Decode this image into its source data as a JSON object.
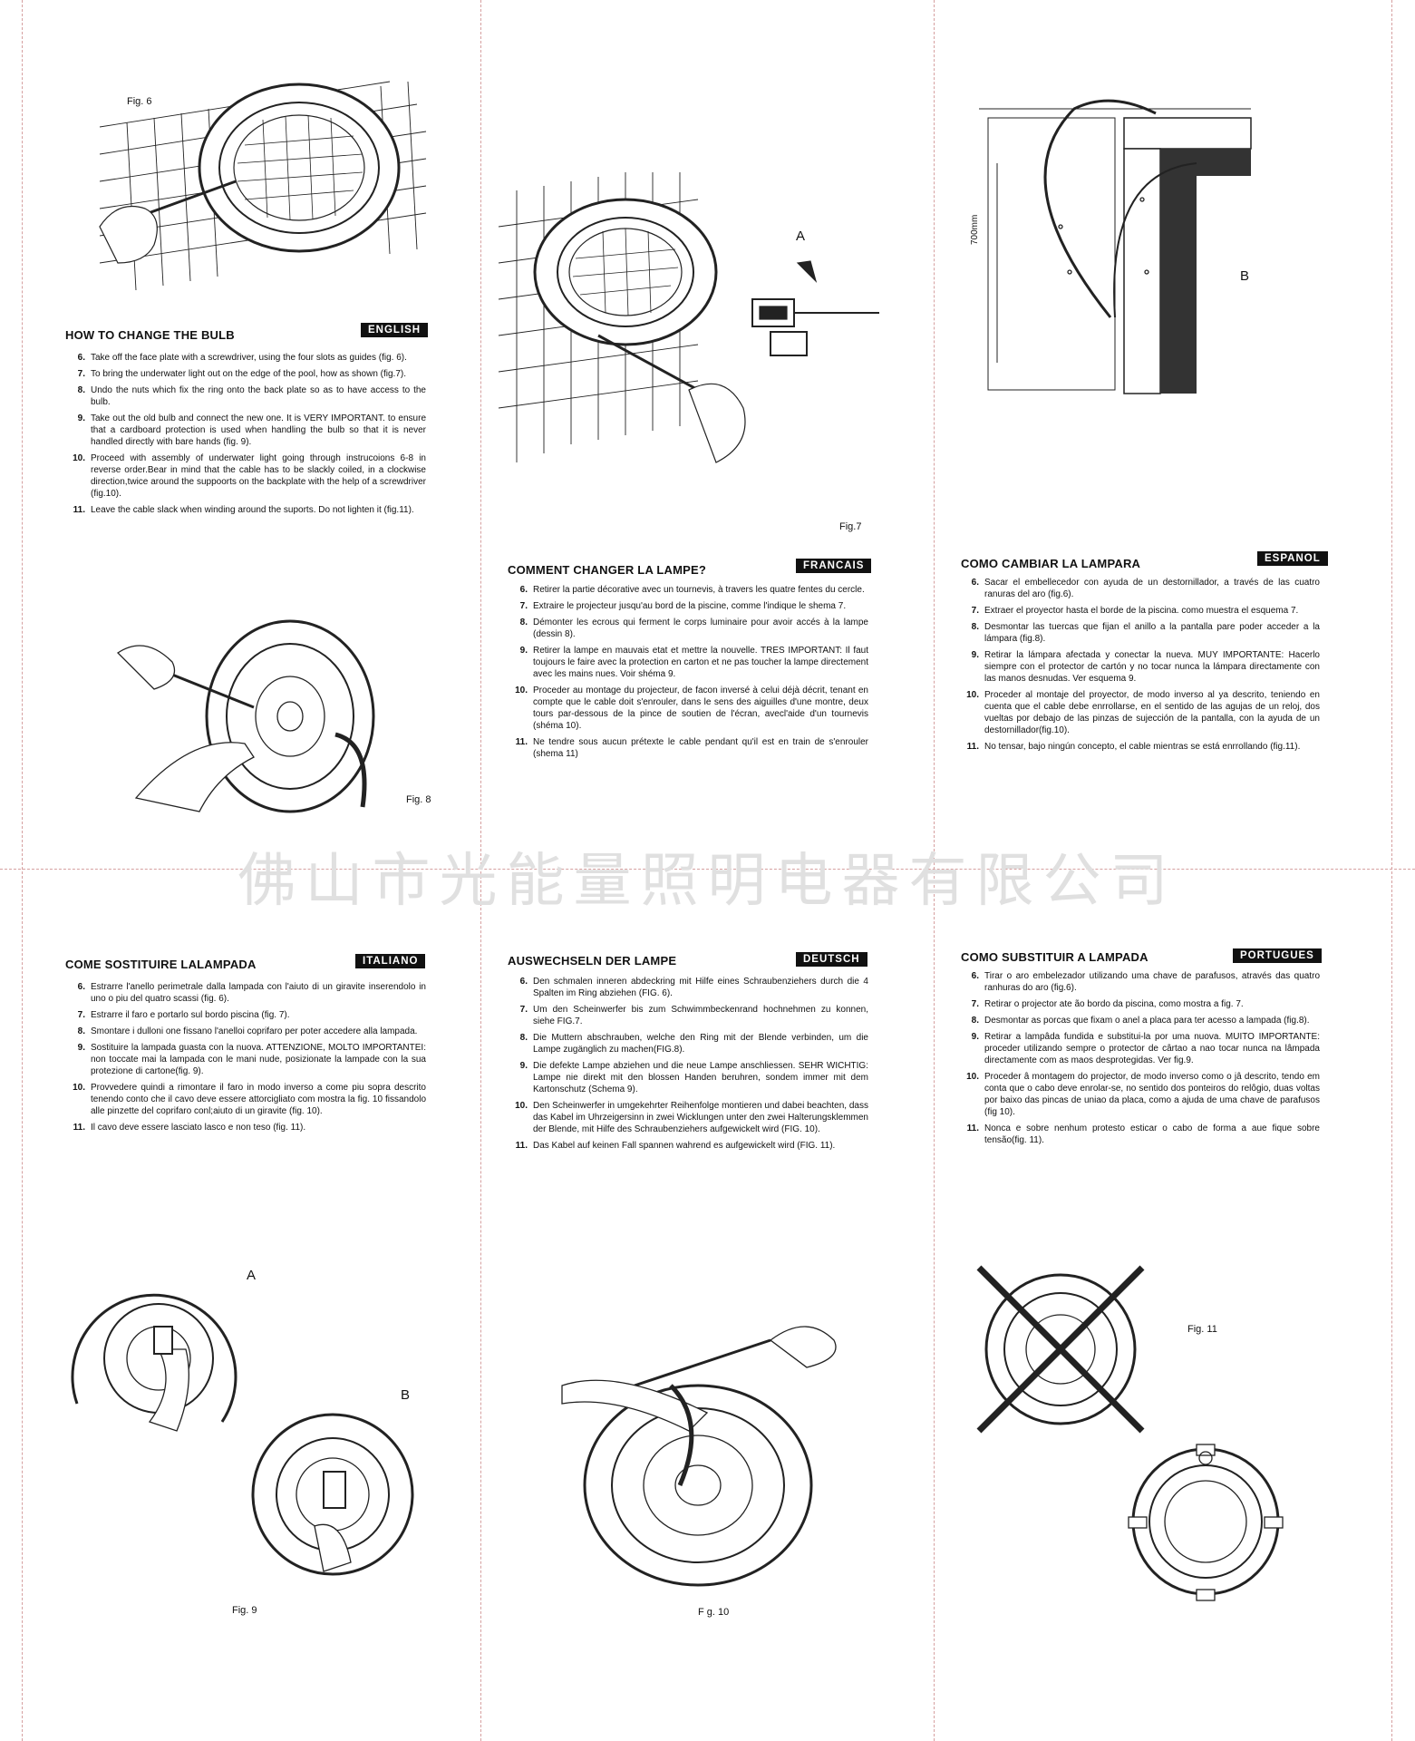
{
  "watermark": "佛山市光能量照明电器有限公司",
  "panels": {
    "english": {
      "title": "HOW TO CHANGE THE BULB",
      "lang": "ENGLISH",
      "fig6": "Fig. 6",
      "fig8": "Fig. 8",
      "steps": [
        {
          "n": "6.",
          "t": "Take off the face plate with a screwdriver, using the four slots as guides (fig. 6)."
        },
        {
          "n": "7.",
          "t": "To bring the underwater light out on the edge of the pool, how as shown (fig.7)."
        },
        {
          "n": "8.",
          "t": "Undo the nuts which fix the ring onto the back plate so as to have access to the bulb."
        },
        {
          "n": "9.",
          "t": "Take out the old bulb and connect the new one. It is VERY IMPORTANT. to ensure that a cardboard protection is used when handling the bulb so that it is never handled directly with bare hands (fig. 9)."
        },
        {
          "n": "10.",
          "t": "Proceed with assembly of underwater light going through instrucoions 6-8 in reverse order.Bear in mind that the cable has to be slackly coiled, in a clockwise direction,twice around the suppoorts on the backplate with the help of a screwdriver (fig.10)."
        },
        {
          "n": "11.",
          "t": "Leave the cable slack when winding around the suports. Do not lighten it (fig.11)."
        }
      ]
    },
    "french": {
      "title": "COMMENT CHANGER LA LAMPE?",
      "lang": "FRANCAIS",
      "fig7": "Fig.7",
      "labelA": "A",
      "steps": [
        {
          "n": "6.",
          "t": "Retirer la partie décorative avec un tournevis, à travers les quatre fentes du cercle."
        },
        {
          "n": "7.",
          "t": "Extraire le projecteur jusqu'au bord de la piscine, comme l'indique le shema 7."
        },
        {
          "n": "8.",
          "t": "Démonter les ecrous qui ferment le corps luminaire pour avoir accés à la lampe (dessin 8)."
        },
        {
          "n": "9.",
          "t": "Retirer la lampe en mauvais etat et mettre la nouvelle. TRES IMPORTANT: Il faut toujours le faire avec la protection en carton et ne pas toucher la lampe directement avec les mains nues. Voir shéma 9."
        },
        {
          "n": "10.",
          "t": "Proceder au montage du projecteur, de facon inversé à celui déjà décrit, tenant en compte que le cable doit s'enrouler, dans le sens des aiguilles d'une montre, deux tours par-dessous de la pince de soutien de l'écran, avecl'aide d'un tournevis (shéma 10)."
        },
        {
          "n": "11.",
          "t": "Ne tendre sous aucun prétexte le cable pendant qu'il est en train de s'enrouler (shema 11)"
        }
      ]
    },
    "spanish": {
      "title": "COMO CAMBIAR LA LAMPARA",
      "lang": "ESPANOL",
      "labelB": "B",
      "dim": "700mm",
      "steps": [
        {
          "n": "6.",
          "t": "Sacar el embellecedor con ayuda de un destornillador, a través de las cuatro ranuras del aro (fig.6)."
        },
        {
          "n": "7.",
          "t": "Extraer el proyector hasta el borde de la piscina. como muestra el esquema 7."
        },
        {
          "n": "8.",
          "t": "Desmontar las tuercas que fijan el anillo a la pantalla pare poder acceder a la lámpara (fig.8)."
        },
        {
          "n": "9.",
          "t": "Retirar la lámpara afectada y conectar la nueva. MUY IMPORTANTE: Hacerlo siempre con el protector de cartón y no tocar nunca la lámpara directamente con las manos desnudas. Ver esquema 9."
        },
        {
          "n": "10.",
          "t": "Proceder al montaje del proyector, de modo inverso al ya descrito, teniendo en cuenta que el cable debe enrrollarse, en el sentido de las agujas de un reloj, dos vueltas por debajo de las pinzas de sujección de la pantalla, con la ayuda de un destornillador(fig.10)."
        },
        {
          "n": "11.",
          "t": "No tensar, bajo ningún concepto, el cable mientras se está enrrollando (fig.11)."
        }
      ]
    },
    "italian": {
      "title": "COME SOSTITUIRE LALAMPADA",
      "lang": "ITALIANO",
      "fig9": "Fig. 9",
      "labelA": "A",
      "labelB": "B",
      "steps": [
        {
          "n": "6.",
          "t": "Estrarre l'anello perimetrale dalla lampada con l'aiuto di un giravite inserendolo in uno o piu del quatro scassi (fig. 6)."
        },
        {
          "n": "7.",
          "t": "Estrarre il faro e portarlo sul bordo piscina (fig. 7)."
        },
        {
          "n": "8.",
          "t": "Smontare i dulloni one fissano l'anelloi coprifaro per poter accedere alla lampada."
        },
        {
          "n": "9.",
          "t": "Sostituire la lampada guasta con la nuova. ATTENZIONE, MOLTO IMPORTANTEI: non toccate mai la lampada con le mani nude, posizionate la lampade con la sua protezione di cartone(fig. 9)."
        },
        {
          "n": "10.",
          "t": "Provvedere quindi a rimontare il faro in modo inverso a come piu sopra descrito tenendo conto che il cavo deve essere attorcigliato com mostra la fig. 10 fissandolo alle pinzette del coprifaro conl;aiuto di un giravite (fig. 10)."
        },
        {
          "n": "11.",
          "t": "Il cavo deve essere lasciato lasco e non teso (fig. 11)."
        }
      ]
    },
    "german": {
      "title": "AUSWECHSELN DER LAMPE",
      "lang": "DEUTSCH",
      "fig10": "F g. 10",
      "steps": [
        {
          "n": "6.",
          "t": "Den schmalen inneren abdeckring mit Hilfe eines Schraubenziehers durch die 4 Spalten im Ring abziehen (FIG. 6)."
        },
        {
          "n": "7.",
          "t": "Um den Scheinwerfer bis zum Schwimmbeckenrand hochnehmen zu konnen, siehe FIG.7."
        },
        {
          "n": "8.",
          "t": "Die Muttern abschrauben, welche den Ring mit der Blende verbinden, um die Lampe zugänglich zu machen(FIG.8)."
        },
        {
          "n": "9.",
          "t": "Die defekte Lampe abziehen und die neue Lampe anschliessen. SEHR WICHTIG: Lampe nie direkt mit den blossen Handen beruhren, sondem immer mit dem Kartonschutz (Schema 9)."
        },
        {
          "n": "10.",
          "t": "Den Scheinwerfer in umgekehrter Reihenfolge montieren und dabei beachten, dass das Kabel im Uhrzeigersinn in zwei Wicklungen unter den zwei Halterungsklemmen der Blende, mit Hilfe des Schraubenziehers aufgewickelt wird (FIG. 10)."
        },
        {
          "n": "11.",
          "t": "Das Kabel auf keinen Fall spannen wahrend es aufgewickelt wird (FIG. 11)."
        }
      ]
    },
    "portuguese": {
      "title": "COMO SUBSTITUIR A LAMPADA",
      "lang": "PORTUGUES",
      "fig11": "Fig. 11",
      "steps": [
        {
          "n": "6.",
          "t": "Tirar o aro embelezador utilizando uma chave de parafusos, através das quatro ranhuras do aro (fig.6)."
        },
        {
          "n": "7.",
          "t": "Retirar o projector ate ão bordo da piscina, como mostra a fig. 7."
        },
        {
          "n": "8.",
          "t": "Desmontar as porcas que fixam o anel a placa para ter acesso a lampada (fig.8)."
        },
        {
          "n": "9.",
          "t": "Retirar a lampâda fundida e substitui-la por uma nuova. MUITO IMPORTANTE: proceder utilizando sempre o protector de cârtao a nao tocar nunca na lâmpada directamente com as maos desprotegidas. Ver fig.9."
        },
        {
          "n": "10.",
          "t": "Proceder â montagem do projector, de modo inverso como o jâ descrito, tendo em conta que o cabo deve enrolar-se, no sentido dos ponteiros do relôgio, duas voltas por baixo das pincas de uniao da placa, como a ajuda de uma chave de parafusos (fig 10)."
        },
        {
          "n": "11.",
          "t": "Nonca e sobre nenhum protesto esticar o cabo de forma a aue fique sobre tensão(fig. 11)."
        }
      ]
    }
  }
}
